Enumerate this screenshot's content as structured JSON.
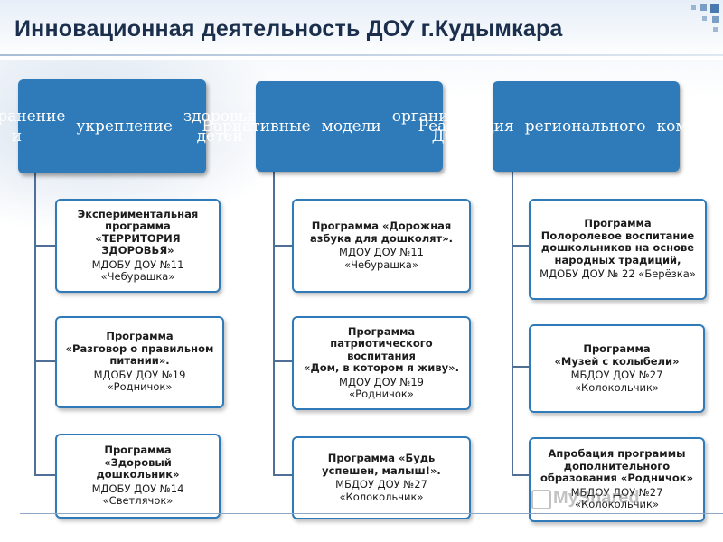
{
  "title": "Инновационная деятельность  ДОУ г.Кудымкара",
  "watermark": "MyShared",
  "columns": [
    {
      "header": [
        "Сохранение и",
        "укрепление",
        "здоровья детей"
      ],
      "boxes": [
        {
          "lines": [
            {
              "t": "Экспериментальная",
              "b": true
            },
            {
              "t": "программа",
              "b": true
            },
            {
              "t": "«ТЕРРИТОРИЯ",
              "b": true
            },
            {
              "t": "ЗДОРОВЬЯ»",
              "b": true
            },
            {
              "t": "МДОБУ ДОУ №11",
              "b": false
            },
            {
              "t": "«Чебурашка»",
              "b": false
            }
          ]
        },
        {
          "lines": [
            {
              "t": "Программа",
              "b": true
            },
            {
              "t": "«Разговор о правильном",
              "b": true
            },
            {
              "t": "питании».",
              "b": true
            },
            {
              "t": "МДОБУ ДОУ №19",
              "b": false
            },
            {
              "t": "«Родничок»",
              "b": false
            }
          ]
        },
        {
          "lines": [
            {
              "t": "Программа",
              "b": true
            },
            {
              "t": "«Здоровый",
              "b": true
            },
            {
              "t": "дошкольник»",
              "b": true
            },
            {
              "t": "МДОБУ ДОУ №14",
              "b": false
            },
            {
              "t": "«Светлячок»",
              "b": false
            }
          ]
        }
      ]
    },
    {
      "header": [
        "Вариативные",
        "модели",
        "организации ДО"
      ],
      "boxes": [
        {
          "lines": [
            {
              "t": "Программа «Дорожная",
              "b": true
            },
            {
              "t": "азбука для дошколят».",
              "b": true
            },
            {
              "t": "МДОУ ДОУ №11",
              "b": false
            },
            {
              "t": "«Чебурашка»",
              "b": false
            }
          ]
        },
        {
          "lines": [
            {
              "t": "Программа",
              "b": true
            },
            {
              "t": "патриотического",
              "b": true
            },
            {
              "t": "воспитания",
              "b": true
            },
            {
              "t": "«Дом, в котором я живу».",
              "b": true
            },
            {
              "t": "МДОУ ДОУ №19",
              "b": false
            },
            {
              "t": "«Родничок»",
              "b": false
            }
          ]
        },
        {
          "lines": [
            {
              "t": "Программа «Будь",
              "b": true
            },
            {
              "t": "успешен, малыш!».",
              "b": true
            },
            {
              "t": "МБДОУ ДОУ №27",
              "b": false
            },
            {
              "t": "«Колокольчик»",
              "b": false
            }
          ]
        }
      ]
    },
    {
      "header": [
        "Реализация",
        "регионального",
        "компонента"
      ],
      "boxes": [
        {
          "lines": [
            {
              "t": "Программа",
              "b": true
            },
            {
              "t": "Полоролевое воспитание",
              "b": true
            },
            {
              "t": "дошкольников на основе",
              "b": true
            },
            {
              "t": "народных традиций,",
              "b": true
            },
            {
              "t": "МДОБУ ДОУ № 22 «Берёзка»",
              "b": false
            }
          ]
        },
        {
          "lines": [
            {
              "t": "Программа",
              "b": true
            },
            {
              "t": "«Музей с колыбели»",
              "b": true
            },
            {
              "t": "МБДОУ ДОУ №27",
              "b": false
            },
            {
              "t": "«Колокольчик»",
              "b": false
            }
          ]
        },
        {
          "lines": [
            {
              "t": "Апробация программы",
              "b": true
            },
            {
              "t": "дополнительного",
              "b": true
            },
            {
              "t": "образования «Родничок»",
              "b": true
            },
            {
              "t": "МБДОУ ДОУ №27",
              "b": false
            },
            {
              "t": "«Колокольчик»",
              "b": false
            }
          ]
        }
      ]
    }
  ]
}
